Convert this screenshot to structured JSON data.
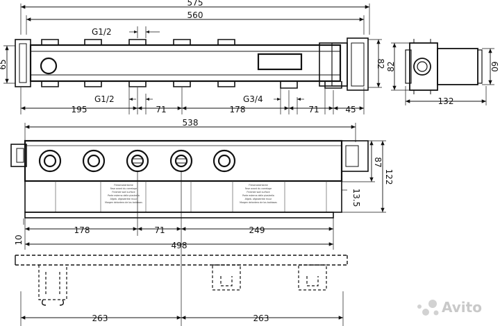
{
  "top_view": {
    "overall_length": "575",
    "inner_length": "560",
    "left_height": "65",
    "right_height": "82",
    "thread_top": "G1/2",
    "thread_bottom_left": "G1/2",
    "thread_bottom_right": "G3/4",
    "dim_195": "195",
    "dim_71_a": "71",
    "dim_178": "178",
    "dim_71_b": "71",
    "dim_45": "45"
  },
  "side_view": {
    "height": "82",
    "depth": "60",
    "width": "132"
  },
  "front_view": {
    "body_length": "538",
    "height_87": "87",
    "height_122": "122",
    "plate_13_5": "13.5",
    "dim_178": "178",
    "dim_71": "71",
    "dim_249": "249",
    "dim_10": "10",
    "dim_498": "498",
    "finished_wall_labels": [
      "Fliesenoberkante",
      "Fase avant du carrelage",
      "Finished wall surface",
      "Parte esterna delle piastrella",
      "Afgeb. afgewerkte muur",
      "Margen delantero de los baldosas"
    ]
  },
  "bottom_view": {
    "dim_263_left": "263",
    "dim_263_right": "263"
  },
  "watermark": {
    "text": "Avito"
  }
}
